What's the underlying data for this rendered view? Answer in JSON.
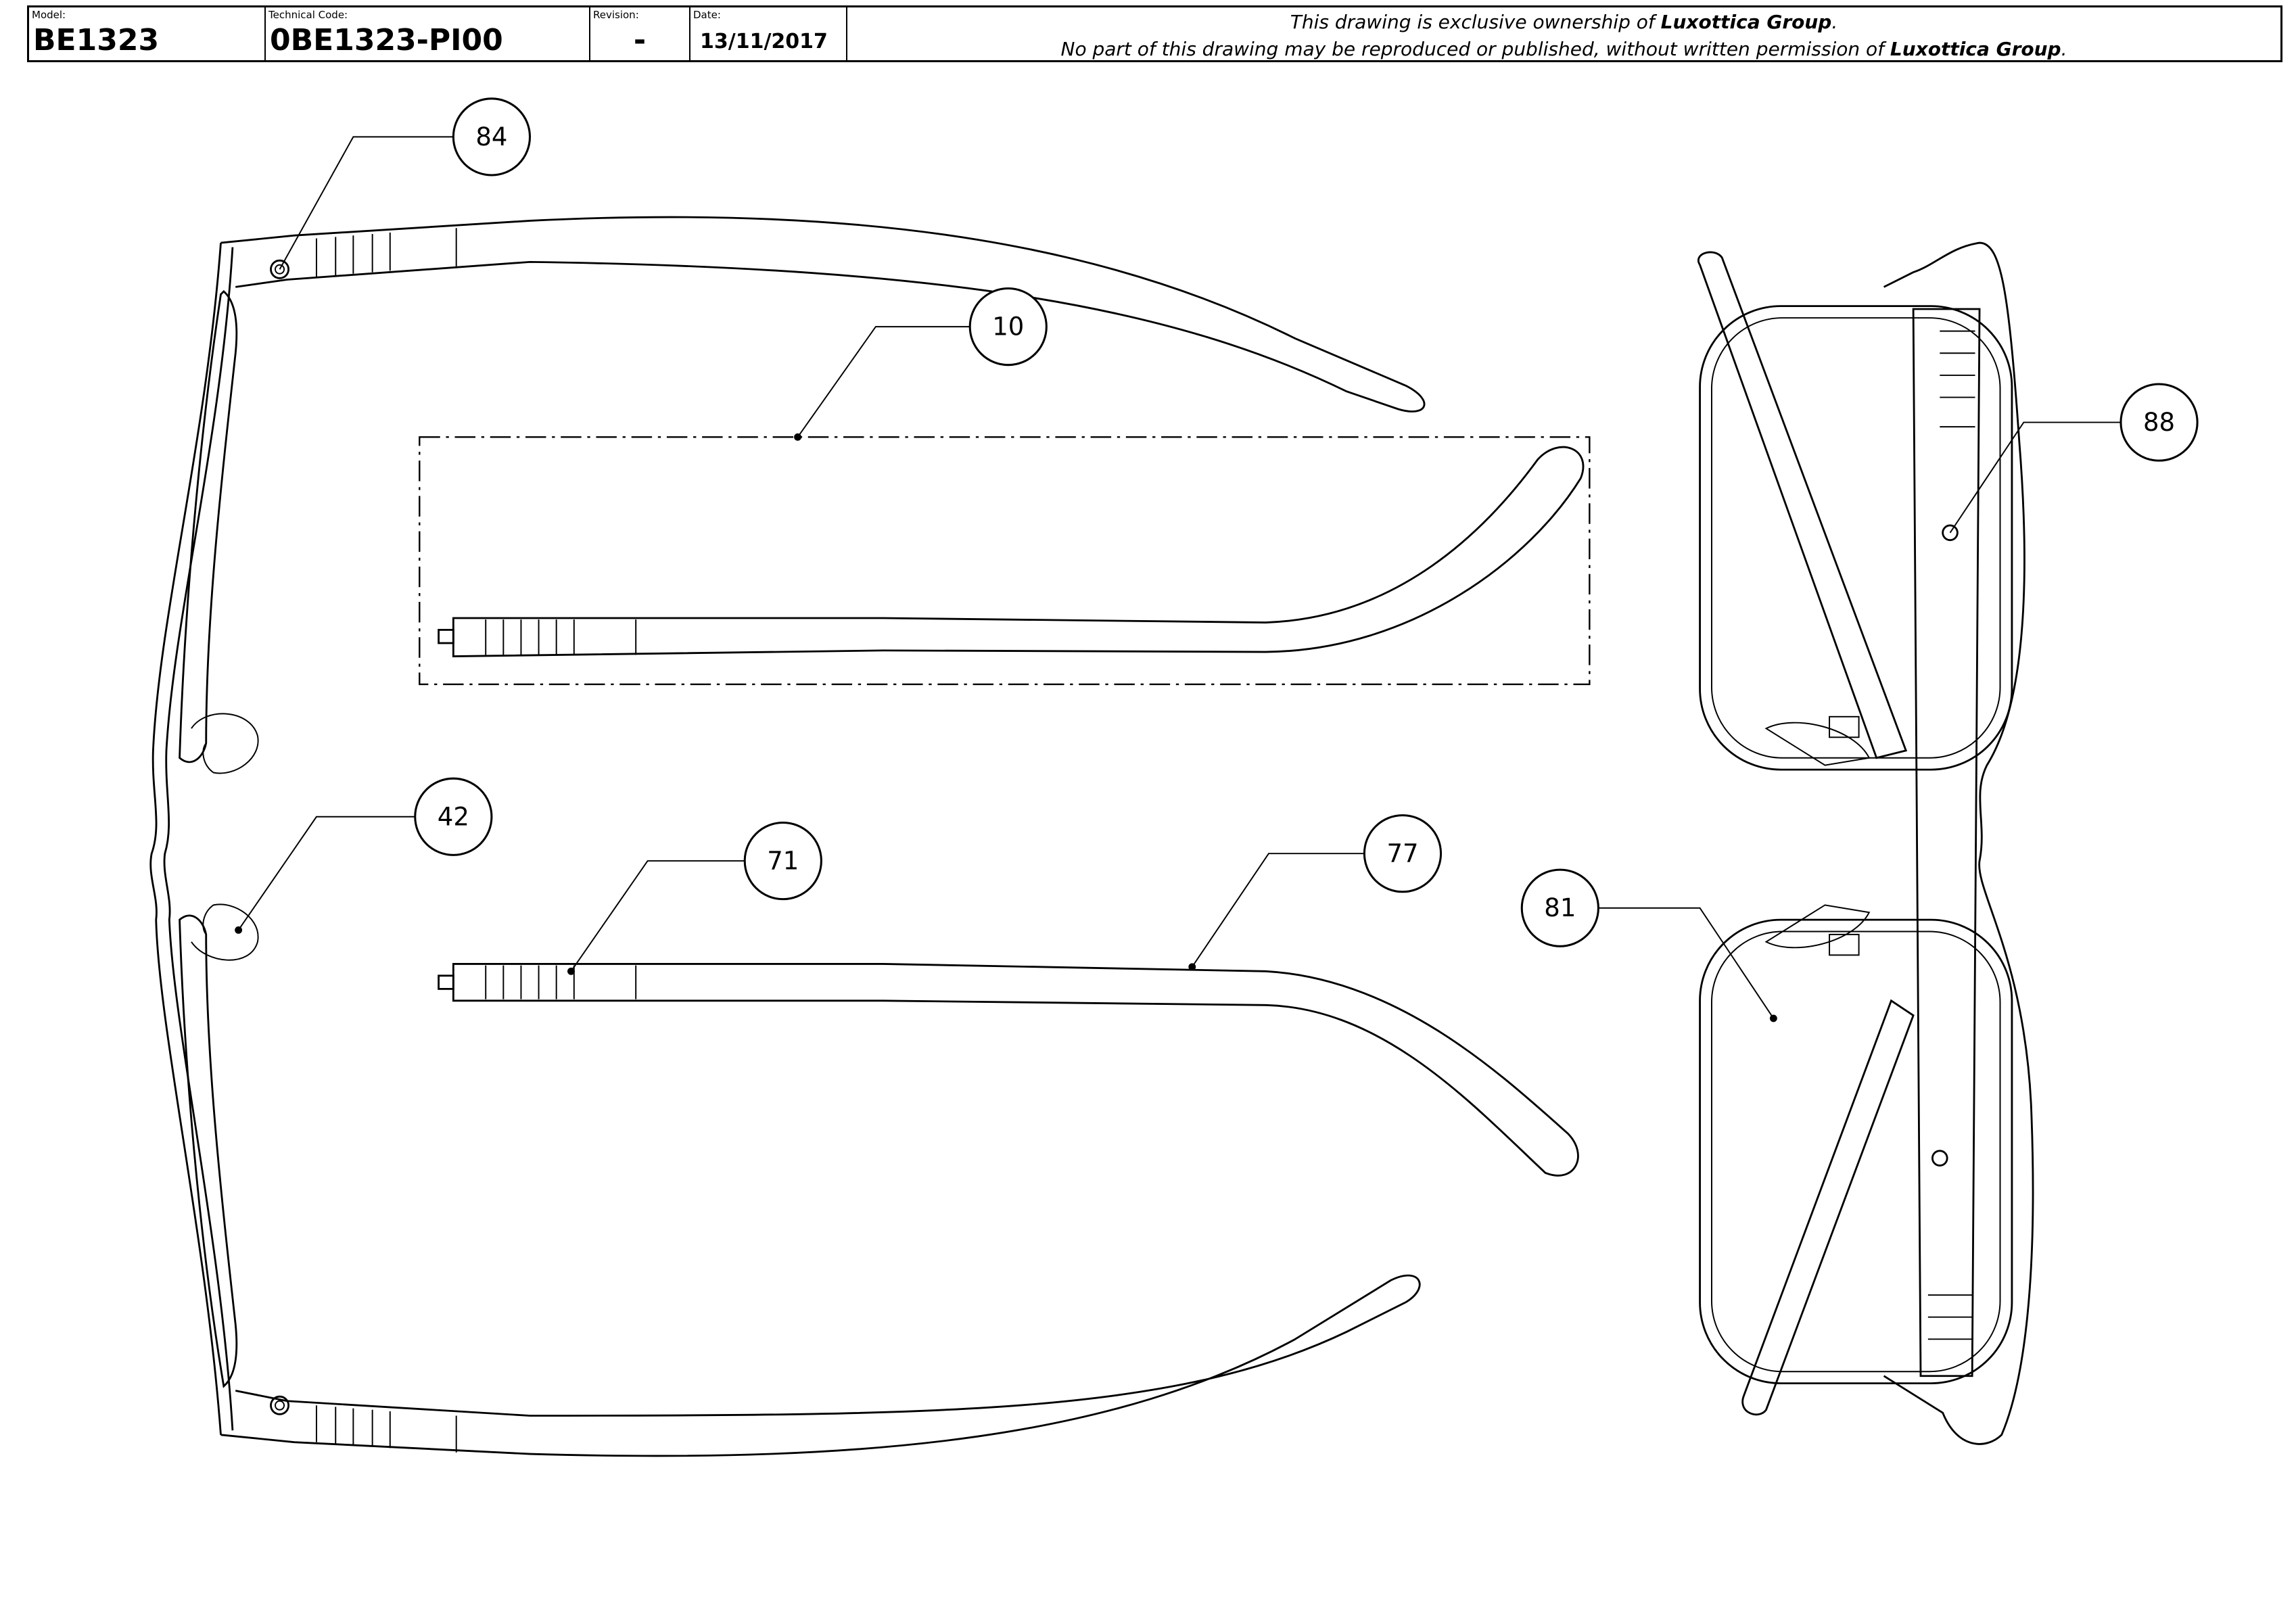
{
  "title_block": {
    "model_label": "Model:",
    "model_value": "BE1323",
    "technical_code_label": "Technical Code:",
    "technical_code_value": "0BE1323-PI00",
    "revision_label": "Revision:",
    "revision_value": "-",
    "date_label": "Date:",
    "date_value": "13/11/2017",
    "notice_line1_prefix": "This drawing is exclusive ownership of ",
    "notice_line1_owner": "Luxottica Group",
    "notice_line1_suffix": ".",
    "notice_line2_prefix": "No part of this drawing may be reproduced or published, without written permission of ",
    "notice_line2_owner": "Luxottica Group",
    "notice_line2_suffix": "."
  },
  "callouts": [
    "84",
    "10",
    "88",
    "42",
    "71",
    "77",
    "81"
  ]
}
